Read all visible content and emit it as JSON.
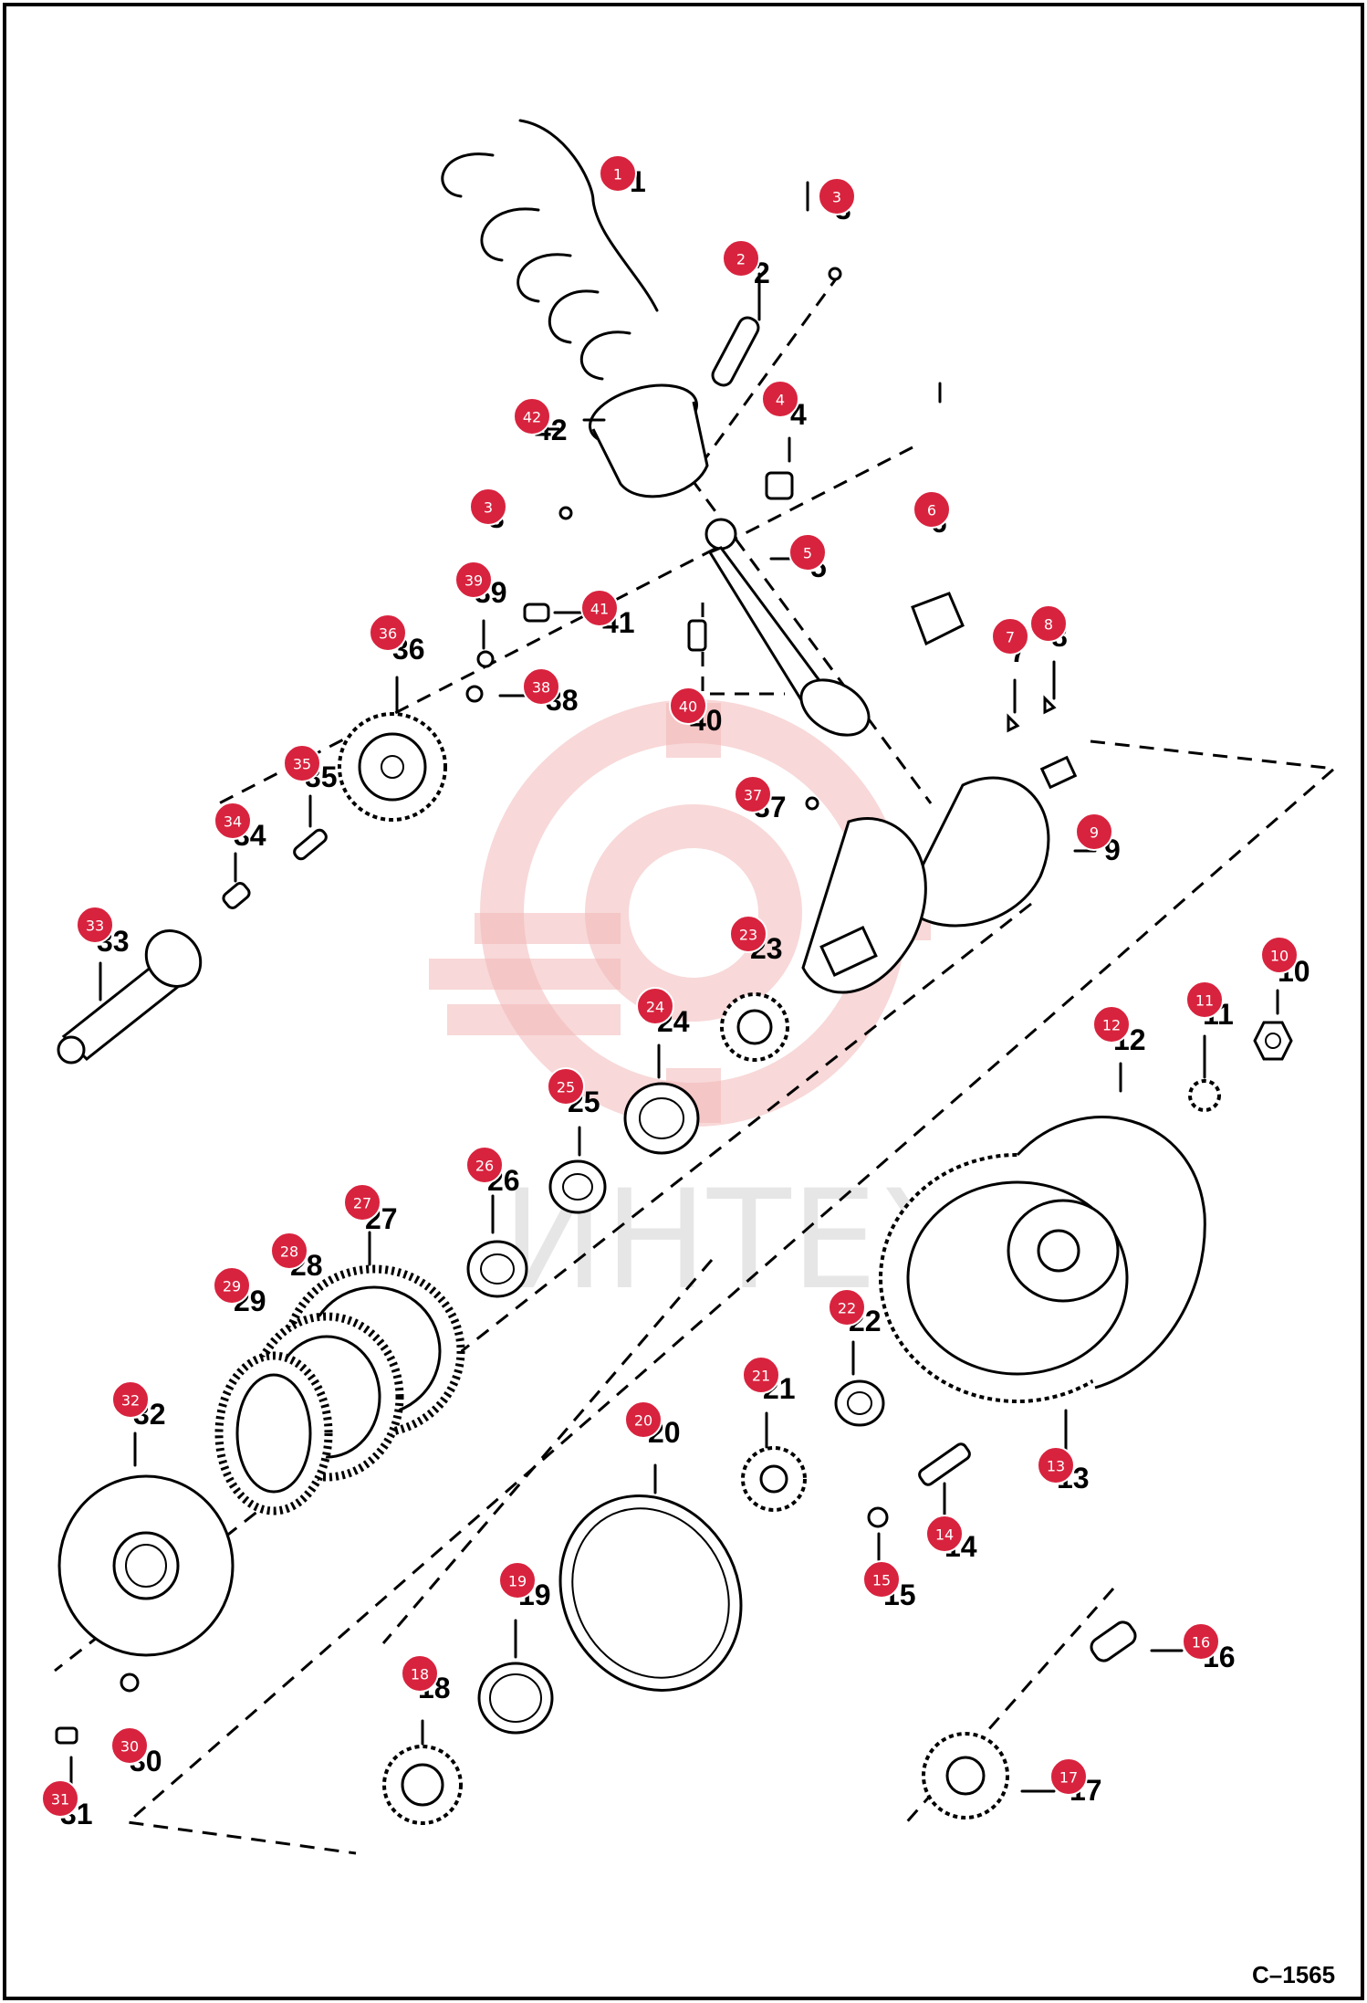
{
  "figure_code": "C–1565",
  "watermark": "ИНТЕХ",
  "colors": {
    "badge": "#d8233e",
    "watermark": "#f3b8b8"
  },
  "callouts": [
    {
      "badge": "1",
      "label": "1"
    },
    {
      "badge": "2",
      "label": "2"
    },
    {
      "badge": "3",
      "label": "3"
    },
    {
      "badge": "3",
      "label": "3"
    },
    {
      "badge": "4",
      "label": "4"
    },
    {
      "badge": "5",
      "label": "5"
    },
    {
      "badge": "6",
      "label": "6"
    },
    {
      "badge": "7",
      "label": "7"
    },
    {
      "badge": "8",
      "label": "8"
    },
    {
      "badge": "9",
      "label": "9"
    },
    {
      "badge": "10",
      "label": "10"
    },
    {
      "badge": "11",
      "label": "11"
    },
    {
      "badge": "12",
      "label": "12"
    },
    {
      "badge": "13",
      "label": "13"
    },
    {
      "badge": "14",
      "label": "14"
    },
    {
      "badge": "15",
      "label": "15"
    },
    {
      "badge": "16",
      "label": "16"
    },
    {
      "badge": "17",
      "label": "17"
    },
    {
      "badge": "18",
      "label": "18"
    },
    {
      "badge": "19",
      "label": "19"
    },
    {
      "badge": "20",
      "label": "20"
    },
    {
      "badge": "21",
      "label": "21"
    },
    {
      "badge": "22",
      "label": "22"
    },
    {
      "badge": "23",
      "label": "23"
    },
    {
      "badge": "24",
      "label": "24"
    },
    {
      "badge": "25",
      "label": "25"
    },
    {
      "badge": "26",
      "label": "26"
    },
    {
      "badge": "27",
      "label": "27"
    },
    {
      "badge": "28",
      "label": "28"
    },
    {
      "badge": "29",
      "label": "29"
    },
    {
      "badge": "30",
      "label": "30"
    },
    {
      "badge": "31",
      "label": "31"
    },
    {
      "badge": "32",
      "label": "32"
    },
    {
      "badge": "33",
      "label": "33"
    },
    {
      "badge": "34",
      "label": "34"
    },
    {
      "badge": "35",
      "label": "35"
    },
    {
      "badge": "36",
      "label": "36"
    },
    {
      "badge": "37",
      "label": "37"
    },
    {
      "badge": "38",
      "label": "38"
    },
    {
      "badge": "39",
      "label": "39"
    },
    {
      "badge": "40",
      "label": "40"
    },
    {
      "badge": "41",
      "label": "41"
    },
    {
      "badge": "42",
      "label": "42"
    }
  ]
}
